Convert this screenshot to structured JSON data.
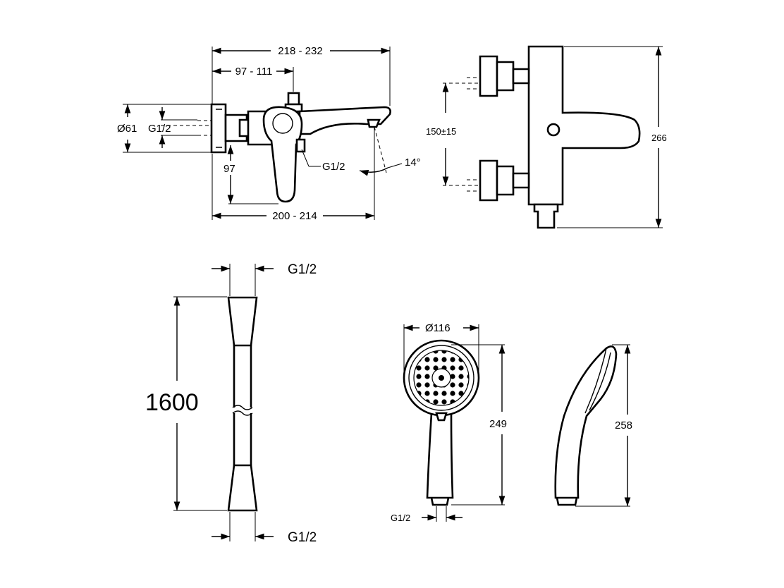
{
  "mixer_side": {
    "overall_width": "218 - 232",
    "wall_to_axis": "97 - 111",
    "rosette_diameter": "Ø61",
    "inlet_thread": "G1/2",
    "axis_height": "97",
    "outlet_thread": "G1/2",
    "spout_angle": "14°",
    "spout_length": "200 - 214"
  },
  "mixer_front": {
    "inlet_spacing": "150±15",
    "height": "266"
  },
  "hose": {
    "length": "1600",
    "top_thread": "G1/2",
    "bottom_thread": "G1/2"
  },
  "hand_shower_front": {
    "head_diameter": "Ø116",
    "length": "249",
    "thread": "G1/2"
  },
  "hand_shower_side": {
    "length": "258"
  }
}
